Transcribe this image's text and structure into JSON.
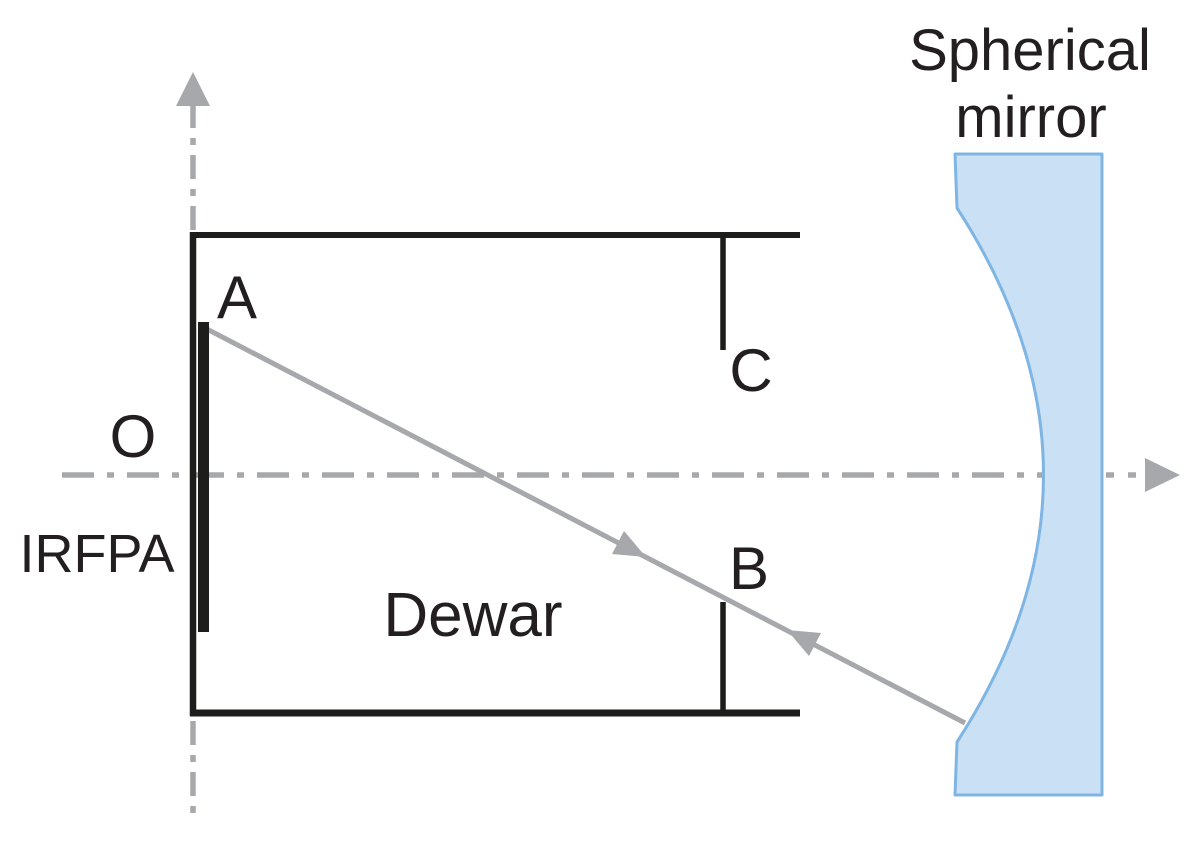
{
  "diagram": {
    "title": {
      "line1": "Spherical",
      "line2": "mirror"
    },
    "labels": {
      "dewar": "Dewar",
      "irfpa": "IRFPA",
      "point_a": "A",
      "point_b": "B",
      "point_c": "C",
      "origin": "O"
    }
  },
  "colors": {
    "background": "#ffffff",
    "outline_black": "#1d1d1b",
    "axis_gray": "#a6a8ab",
    "ray_gray": "#a6a8ab",
    "mirror_fill": "#c9e0f5",
    "mirror_stroke": "#7fb5e3",
    "label_color": "#231f20"
  }
}
